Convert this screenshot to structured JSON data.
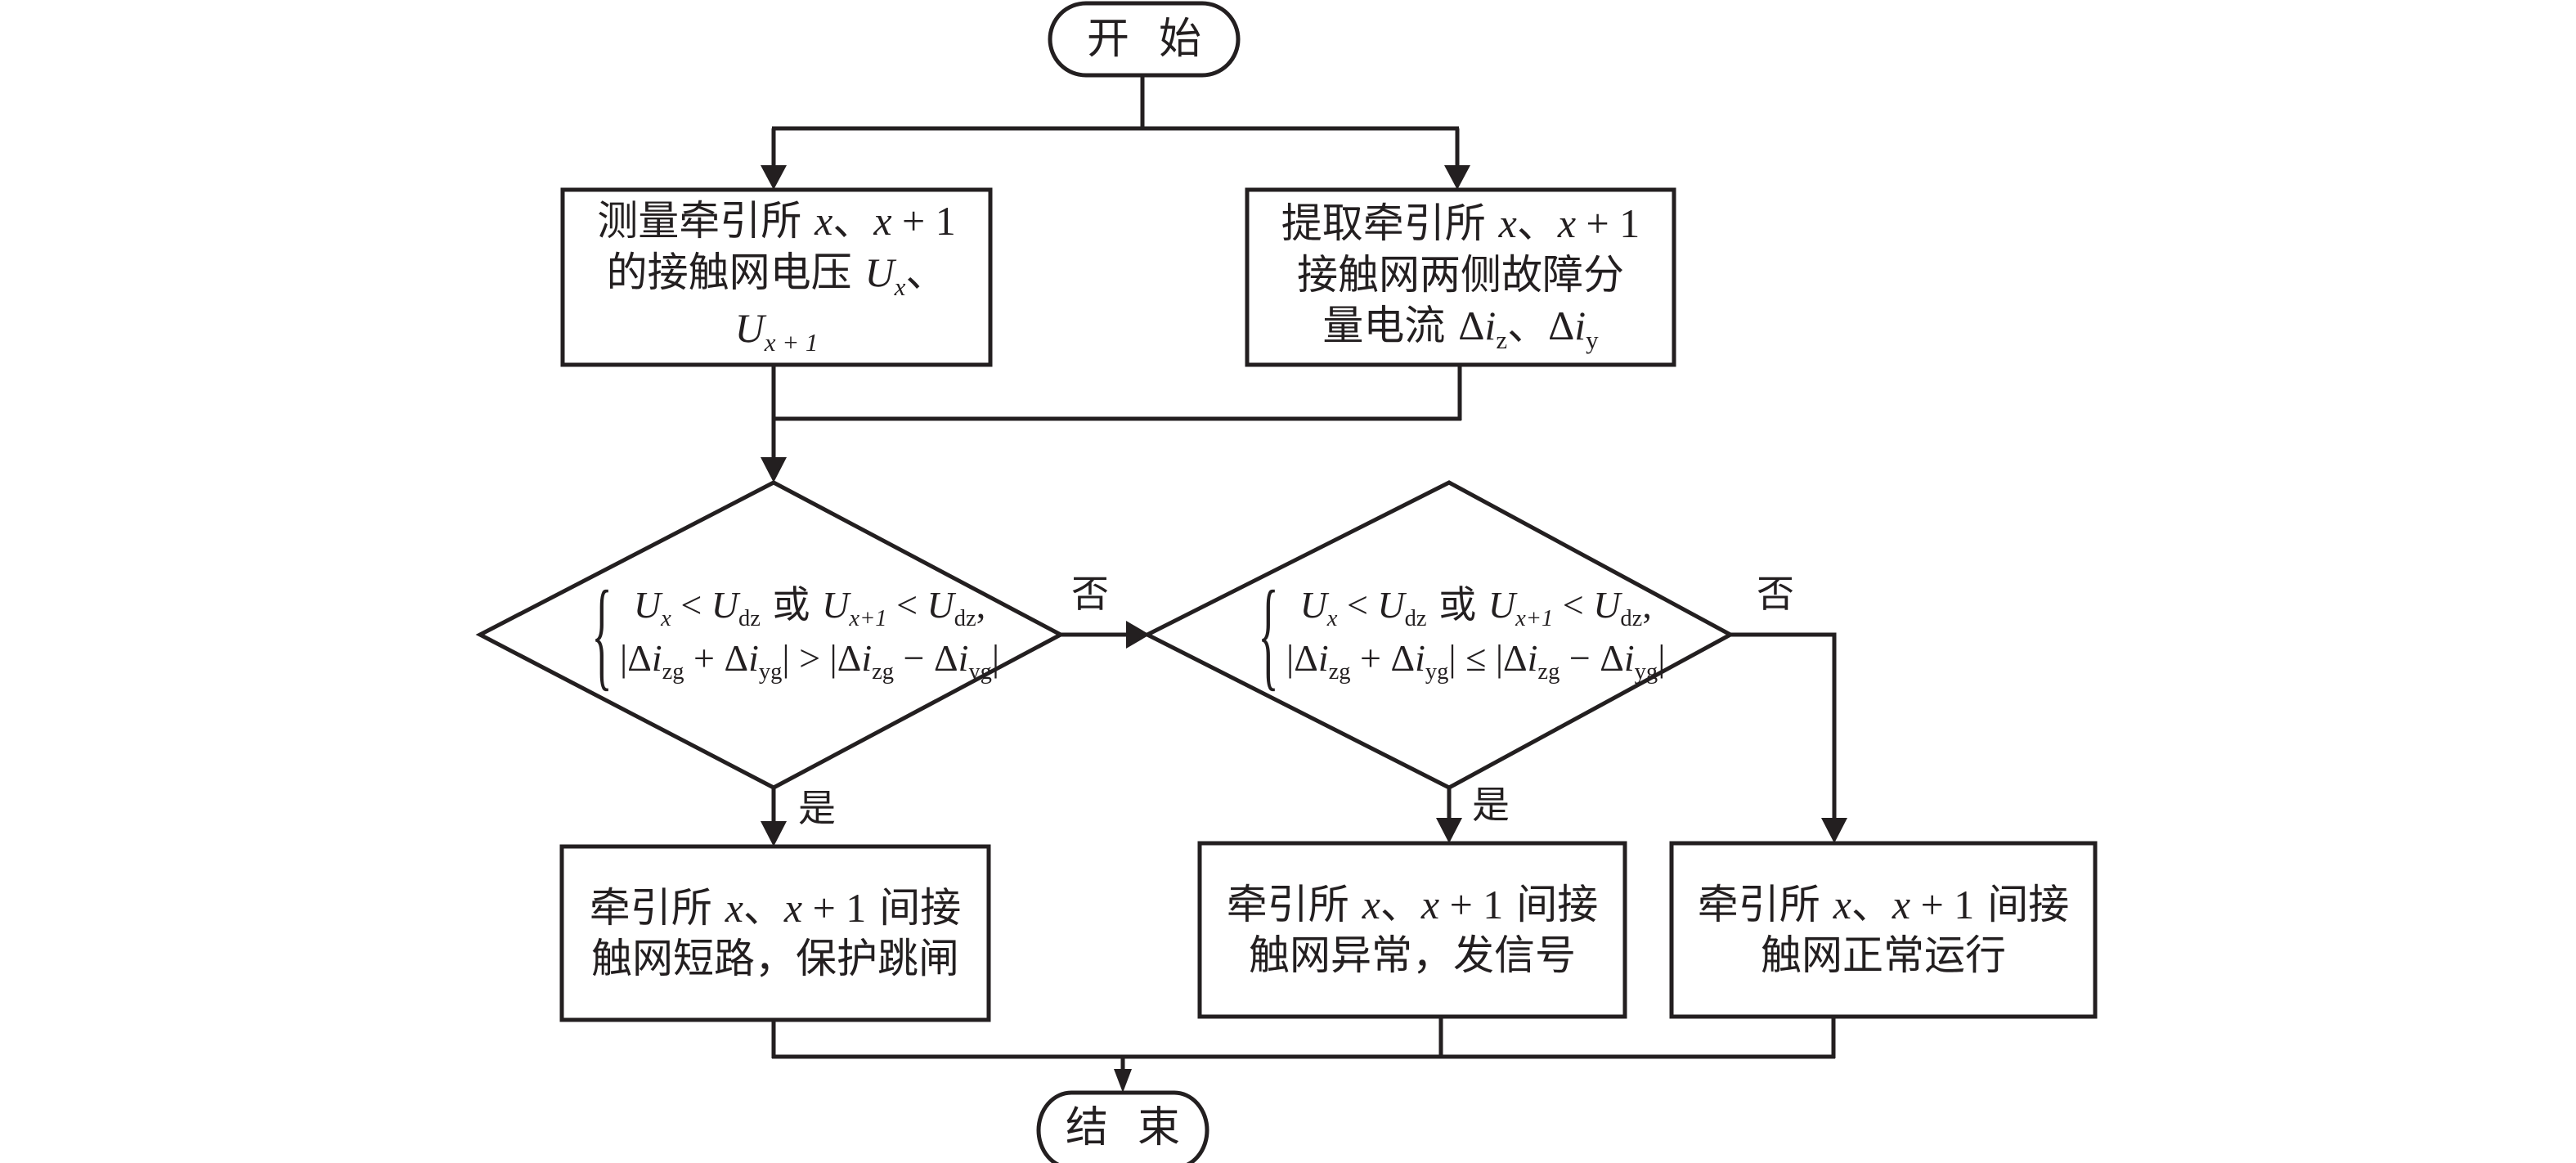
{
  "diagram": {
    "type": "flowchart",
    "stroke_color": "#231f20",
    "background": "#ffffff",
    "start": {
      "label": "开始"
    },
    "end": {
      "label": "结束"
    },
    "process_measure": {
      "line1_text": "测量牵引所",
      "line1_var": "x",
      "line1_sep": "、",
      "line1_var2": "x",
      "line1_plus": " + 1",
      "line2_text": "的接触网电压",
      "line2_var": "U",
      "line2_sub": "x",
      "line2_tail": "、",
      "line3_var": "U",
      "line3_sub": "x + 1"
    },
    "process_extract": {
      "line1_text": "提取牵引所",
      "line1_var": "x",
      "line1_sep": "、",
      "line1_var2": "x",
      "line1_plus": " + 1",
      "line2_text": "接触网两侧故障分",
      "line3_text": "量电流",
      "line3_delta1": "Δ",
      "line3_var1": "i",
      "line3_sub1": "z",
      "line3_sep": "、",
      "line3_delta2": "Δ",
      "line3_var2": "i",
      "line3_sub2": "y"
    },
    "decision_fault": {
      "row1": {
        "u": "U",
        "u_sub": "x",
        "lt": " < ",
        "udz": "U",
        "udz_sub": "dz",
        "or": " 或 ",
        "u2": "U",
        "u2_sub": "x+1",
        "lt2": " < ",
        "udz2": "U",
        "udz2_sub": "dz",
        "comma": ","
      },
      "row2": {
        "bar": "|",
        "d1": "Δ",
        "i1": "i",
        "s1": "zg",
        "plus": " + ",
        "d2": "Δ",
        "i2": "i",
        "s2": "yg",
        "op": " > ",
        "d3": "Δ",
        "i3": "i",
        "s3": "zg",
        "minus": " − ",
        "d4": "Δ",
        "i4": "i",
        "s4": "yg"
      },
      "brace": "{"
    },
    "decision_abnormal": {
      "row1": {
        "u": "U",
        "u_sub": "x",
        "lt": " < ",
        "udz": "U",
        "udz_sub": "dz",
        "or": " 或 ",
        "u2": "U",
        "u2_sub": "x+1",
        "lt2": " < ",
        "udz2": "U",
        "udz2_sub": "dz",
        "comma": ","
      },
      "row2": {
        "bar": "|",
        "d1": "Δ",
        "i1": "i",
        "s1": "zg",
        "plus": " + ",
        "d2": "Δ",
        "i2": "i",
        "s2": "yg",
        "op": " ≤ ",
        "d3": "Δ",
        "i3": "i",
        "s3": "zg",
        "minus": " − ",
        "d4": "Δ",
        "i4": "i",
        "s4": "yg"
      },
      "brace": "{"
    },
    "labels": {
      "no_1": "否",
      "no_2": "否",
      "yes_1": "是",
      "yes_2": "是"
    },
    "result_trip": {
      "line1_text": "牵引所",
      "line1_var": "x",
      "line1_sep": "、",
      "line1_var2": "x",
      "line1_plus": " + 1",
      "line1_tail": " 间接",
      "line2_text": "触网短路，保护跳闸"
    },
    "result_alarm": {
      "line1_text": "牵引所",
      "line1_var": "x",
      "line1_sep": "、",
      "line1_var2": "x",
      "line1_plus": " + 1",
      "line1_tail": " 间接",
      "line2_text": "触网异常，发信号"
    },
    "result_normal": {
      "line1_text": "牵引所",
      "line1_var": "x",
      "line1_sep": "、",
      "line1_var2": "x",
      "line1_plus": " + 1",
      "line1_tail": " 间接",
      "line2_text": "触网正常运行"
    }
  }
}
